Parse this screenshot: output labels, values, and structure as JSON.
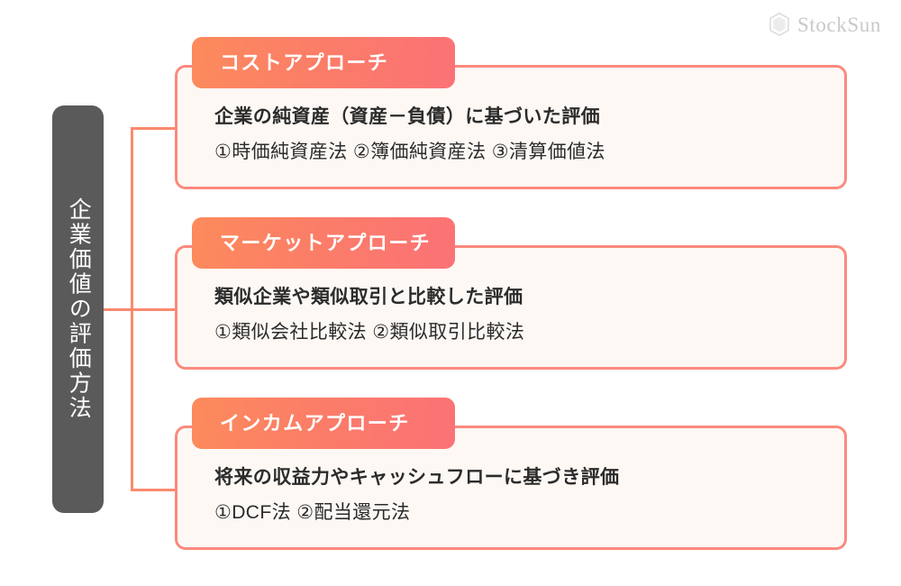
{
  "brand": {
    "name": "StockSun",
    "mark": "hexagon-logo-icon"
  },
  "root": {
    "label": "企業価値の評価方法",
    "color": "#5a5a5a"
  },
  "theme": {
    "accent_start": "#fc8b5c",
    "accent_end": "#fb7276",
    "card_border": "#fb8a7e",
    "card_background": "#fdf8f4",
    "connector": "#fb8a6e",
    "text": "#2b2b2b"
  },
  "cards": [
    {
      "tab_label": "コストアプローチ",
      "line1": "企業の純資産（資産－負債）に基づいた評価",
      "line2": "①時価純資産法 ②簿価純資産法 ③清算価値法"
    },
    {
      "tab_label": "マーケットアプローチ",
      "line1": "類似企業や類似取引と比較した評価",
      "line2": "①類似会社比較法 ②類似取引比較法"
    },
    {
      "tab_label": "インカムアプローチ",
      "line1": "将来の収益力やキャッシュフローに基づき評価",
      "line2": "①DCF法 ②配当還元法"
    }
  ]
}
